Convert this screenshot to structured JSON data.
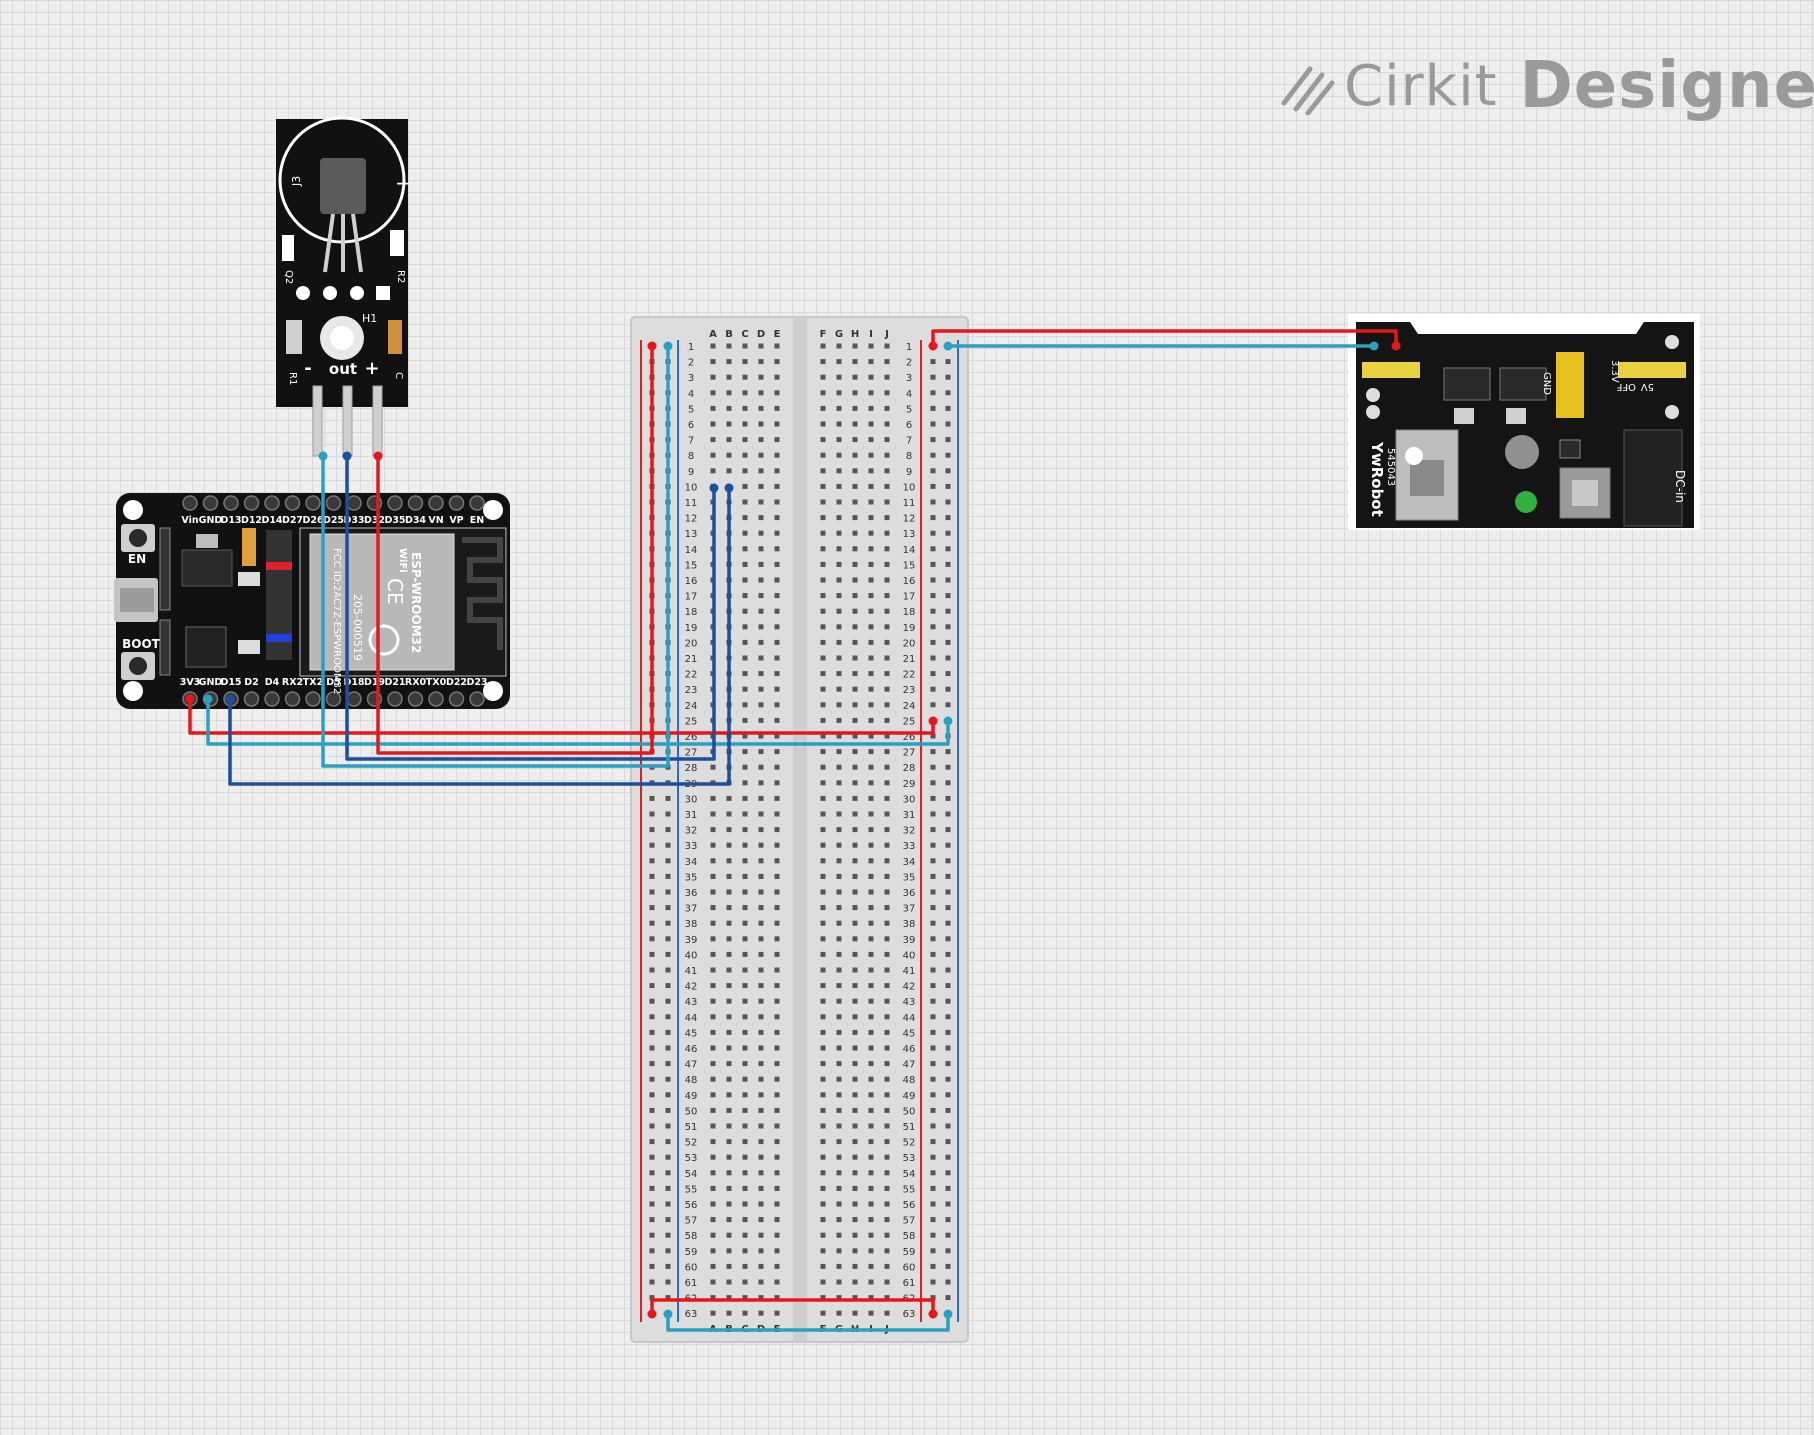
{
  "brand": {
    "part1": "Cirkit",
    "part2": "Designer"
  },
  "components": {
    "sensor": {
      "pin_labels": [
        "-",
        "out",
        "+"
      ],
      "silk_labels": [
        "J3",
        "H1",
        "R1",
        "R2",
        "Q2",
        "C"
      ]
    },
    "esp32": {
      "top_pin_labels": [
        "Vin",
        "GND",
        "D13",
        "D12",
        "D14",
        "D27",
        "D26",
        "D25",
        "D33",
        "D32",
        "D35",
        "D34",
        "VN",
        "VP",
        "EN"
      ],
      "bottom_pin_labels": [
        "3V3",
        "GND",
        "D15",
        "D2",
        "D4",
        "RX2",
        "TX2",
        "D5",
        "D18",
        "D19",
        "D21",
        "RX0",
        "TX0",
        "D22",
        "D23"
      ],
      "button_en": "EN",
      "button_boot": "BOOT",
      "module_label": "ESP-WROOM32",
      "wifi_label": "WiFi",
      "cert_label": "205-000519",
      "fcc_label": "FCC ID:2AC7Z-ESPWROOM32",
      "ce_label": "CE"
    },
    "breadboard": {
      "left_columns": [
        "A",
        "B",
        "C",
        "D",
        "E"
      ],
      "right_columns": [
        "F",
        "G",
        "H",
        "I",
        "J"
      ],
      "row_count": 63
    },
    "power_module": {
      "brand_label": "YwRobot",
      "model_label": "545043",
      "dc_label": "DC-in",
      "jumper_labels": [
        "5V",
        "OFF",
        "3.3V"
      ],
      "gnd_label": "GND"
    }
  },
  "colors": {
    "wire_red": "#e8161b",
    "wire_teal": "#2aa0c4",
    "wire_blue": "#1b4fa0",
    "pcb_black": "#111111",
    "breadboard": "#e0e0e0",
    "breadboard_rail_red": "#e02020",
    "breadboard_rail_blue": "#2a6fd0"
  }
}
